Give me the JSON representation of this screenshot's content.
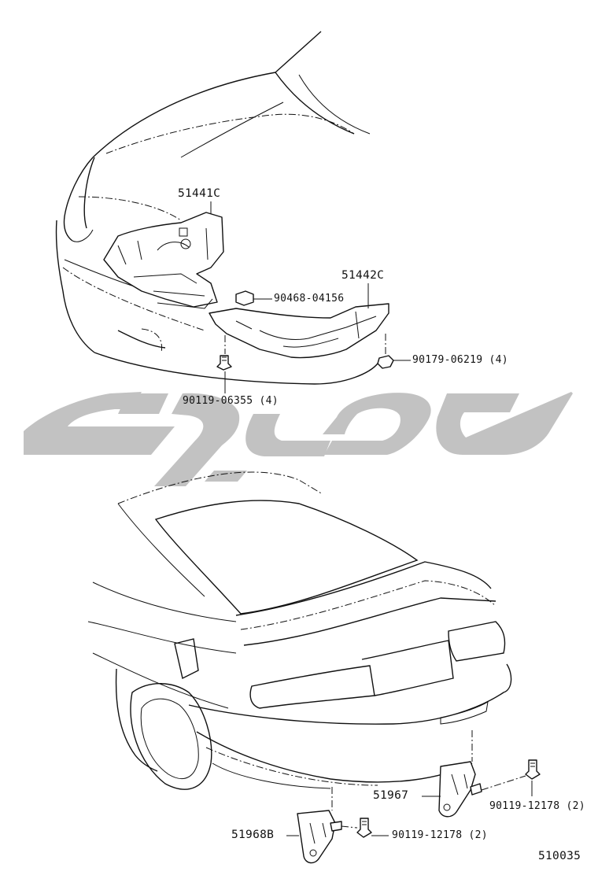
{
  "figure_code": "510035",
  "parts": {
    "p51441C": "51441C",
    "p51442C": "51442C",
    "p90468": "90468-04156",
    "p90179": "90179-06219 (4)",
    "p90119_06355": "90119-06355 (4)",
    "p51967": "51967",
    "p51968B": "51968B",
    "p90119_12178_right": "90119-12178 (2)",
    "p90119_12178_left": "90119-12178 (2)"
  },
  "watermark": {
    "color": "#c2c2c2"
  }
}
